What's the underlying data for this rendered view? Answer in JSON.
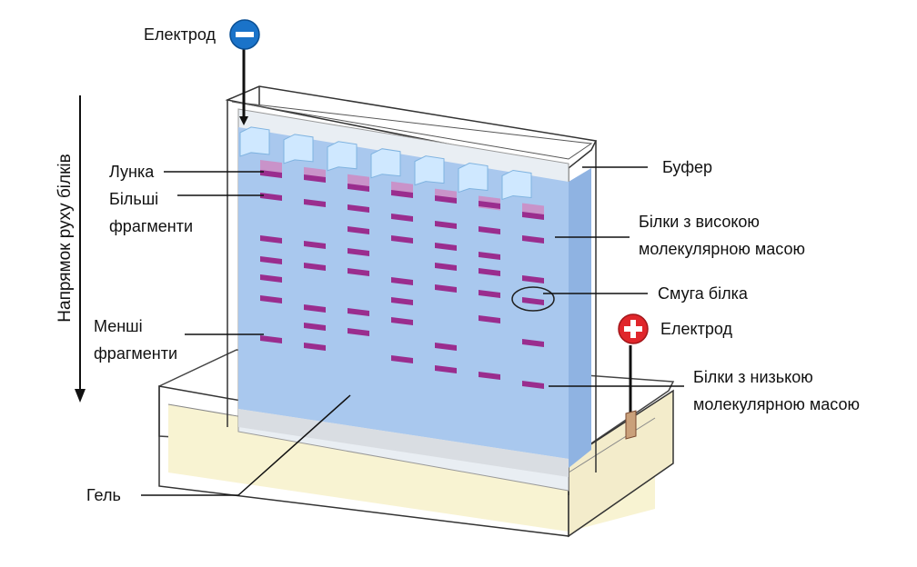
{
  "labels": {
    "electrode_negative": "Електрод",
    "electrode_positive": "Електрод",
    "well": "Лунка",
    "larger_fragments": "Більші фрагменти",
    "smaller_fragments": "Менші фрагменти",
    "buffer": "Буфер",
    "high_mw_proteins": "Білки з високою молекулярною масою",
    "protein_band": "Смуга білка",
    "low_mw_proteins": "Білки з низькою молекулярною масою",
    "gel": "Гель",
    "direction": "Напрямок руху білків"
  },
  "colors": {
    "gel": "#a9c8ee",
    "gel_side": "#8fb3e2",
    "band": "#9a2d8e",
    "well": "#c993c9",
    "buffer_tray": "#f8f3d2",
    "electrode_negative": "#1a73c9",
    "electrode_positive": "#e0262b"
  },
  "icons": {
    "negative": "minus-circle-icon",
    "positive": "plus-circle-icon"
  }
}
